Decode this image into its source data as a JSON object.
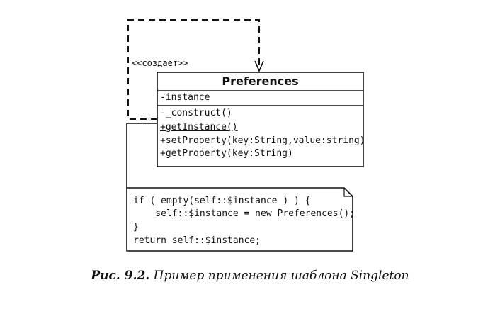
{
  "stereotype": "<<создает>>",
  "class": {
    "name": "Preferences",
    "attributes": [
      "-instance"
    ],
    "operations": [
      "-_construct()",
      "+getInstance()",
      "+setProperty(key:String,value:string)",
      "+getProperty(key:String)"
    ]
  },
  "note": {
    "lines": [
      "if ( empty(self::$instance ) ) {",
      "    self::$instance = new Preferences();",
      "}",
      "return self::$instance;"
    ]
  },
  "caption": {
    "label": "Рис. 9.2.",
    "text": " Пример применения шаблона Singleton"
  }
}
